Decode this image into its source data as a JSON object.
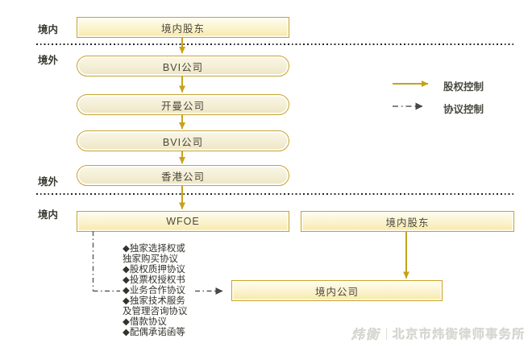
{
  "diagram": {
    "title_hint": "VIE 股权/协议控制结构图",
    "region_labels": [
      "境内",
      "境外",
      "境外",
      "境内"
    ],
    "nodes": {
      "domestic_shareholders_top": "境内股东",
      "bvi_1": "BVI公司",
      "cayman": "开曼公司",
      "bvi_2": "BVI公司",
      "hongkong": "香港公司",
      "wfoe": "WFOE",
      "domestic_shareholders_right": "境内股东",
      "domestic_company": "境内公司"
    },
    "agreements": [
      "◆独家选择权或",
      "独家购买协议",
      "◆股权质押协议",
      "◆投票权授权书",
      "◆业务合作协议",
      "◆独家技术服务",
      "及管理咨询协议",
      "◆借款协议",
      "◆配偶承诺函等"
    ],
    "legend": {
      "equity_control": "股权控制",
      "contract_control": "协议控制"
    },
    "watermark": {
      "logo": "炜衡",
      "firm": "北京市炜衡律师事务所"
    },
    "colors": {
      "arrow_gold": "#C5A21B",
      "box_border_gold": "#C9A227",
      "box_fill_top": "#FEFCEE",
      "box_fill_bottom": "#F7E8A9",
      "pill_fill": "#F3EDD3",
      "dashdot_gray": "#5A5A5A",
      "arrowhead_dark": "#474747",
      "text_dark": "#3A3A33",
      "watermark_gray": "#D7D6D1"
    }
  }
}
